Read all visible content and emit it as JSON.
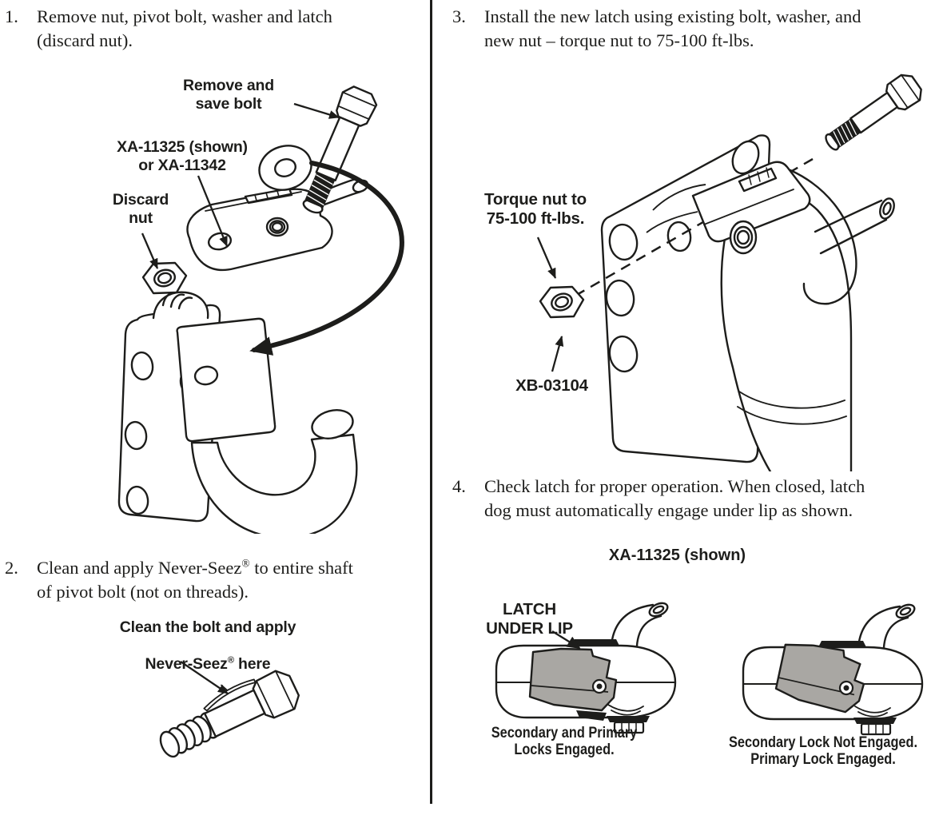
{
  "doc": {
    "steps": [
      {
        "num": "1.",
        "text": "Remove nut, pivot bolt, washer and latch\n(discard nut)."
      },
      {
        "num": "2.",
        "text_pre": "Clean and apply Never-Seez",
        "reg": "®",
        "text_post": " to entire shaft\nof pivot bolt (not on threads)."
      },
      {
        "num": "3.",
        "text": "Install the new latch using existing bolt, washer, and\nnew nut – torque nut to 75-100 ft-lbs."
      },
      {
        "num": "4.",
        "text": "Check latch for proper operation. When closed, latch\ndog must automatically engage under lip as shown."
      }
    ]
  },
  "diagram_step1": {
    "label_remove_bolt": "Remove and\nsave bolt",
    "label_part_numbers": "XA-11325 (shown)\nor XA-11342",
    "label_discard_nut": "Discard\nnut"
  },
  "diagram_step2": {
    "label_line1": "Clean the bolt and apply",
    "label_line2_pre": "Never-Seez",
    "label_reg": "®",
    "label_line2_post": " here"
  },
  "diagram_step3": {
    "label_torque": "Torque nut to\n75-100 ft-lbs.",
    "label_part_number": "XB-03104"
  },
  "diagram_step4": {
    "title": "XA-11325 (shown)",
    "label_latch_under_lip": "LATCH\nUNDER LIP",
    "caption_left": "Secondary and Primary\nLocks Engaged.",
    "caption_right": "Secondary Lock Not Engaged.\nPrimary Lock Engaged."
  },
  "colors": {
    "ink": "#1d1d1b",
    "latch_gray": "#a9a7a3",
    "background": "#ffffff"
  }
}
